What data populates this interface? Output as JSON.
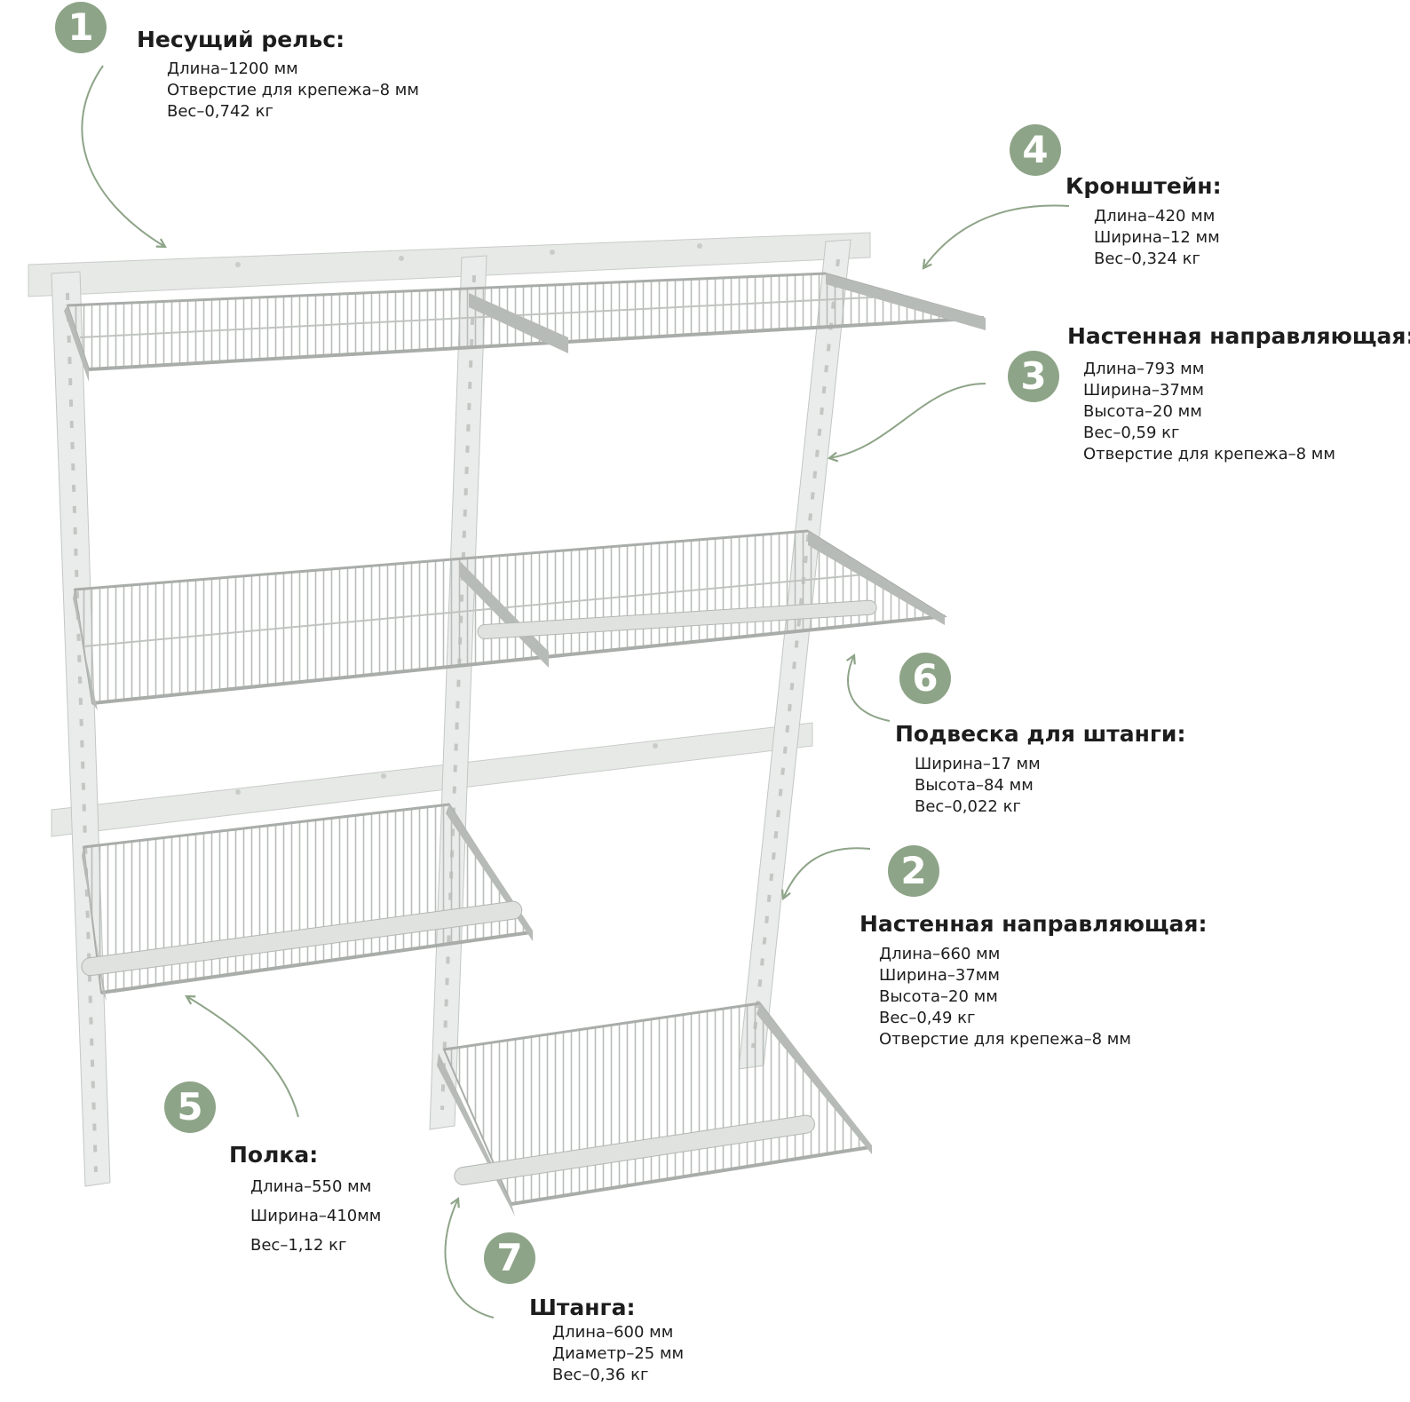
{
  "colors": {
    "badge": "#8ea488",
    "arrow": "#8ea488",
    "metal": "#c4c8c4",
    "rail": "#e6e9e6"
  },
  "components": [
    {
      "id": "rail",
      "number": "1",
      "title": "Несущий рельс:",
      "specs": [
        "Длина–1200 мм",
        "Отверстие для крепежа–8 мм",
        "Вес–0,742 кг"
      ]
    },
    {
      "id": "bracket",
      "number": "4",
      "title": "Кронштейн:",
      "specs": [
        "Длина–420 мм",
        "Ширина–12 мм",
        "Вес–0,324 кг"
      ]
    },
    {
      "id": "guide-long",
      "number": "3",
      "title": "Настенная направляющая:",
      "specs": [
        "Длина–793 мм",
        "Ширина–37мм",
        "Высота–20 мм",
        "Вес–0,59 кг",
        "Отверстие для крепежа–8 мм"
      ]
    },
    {
      "id": "rod-hanger",
      "number": "6",
      "title": "Подвеска для штанги:",
      "specs": [
        "Ширина–17 мм",
        "Высота–84 мм",
        "Вес–0,022 кг"
      ]
    },
    {
      "id": "guide-short",
      "number": "2",
      "title": "Настенная направляющая:",
      "specs": [
        "Длина–660 мм",
        "Ширина–37мм",
        "Высота–20 мм",
        "Вес–0,49 кг",
        "Отверстие для крепежа–8 мм"
      ]
    },
    {
      "id": "shelf",
      "number": "5",
      "title": "Полка:",
      "specs": [
        "Длина–550 мм",
        "Ширина–410мм",
        "Вес–1,12 кг"
      ]
    },
    {
      "id": "rod",
      "number": "7",
      "title": "Штанга:",
      "specs": [
        "Длина–600 мм",
        "Диаметр–25 мм",
        "Вес–0,36 кг"
      ]
    }
  ]
}
